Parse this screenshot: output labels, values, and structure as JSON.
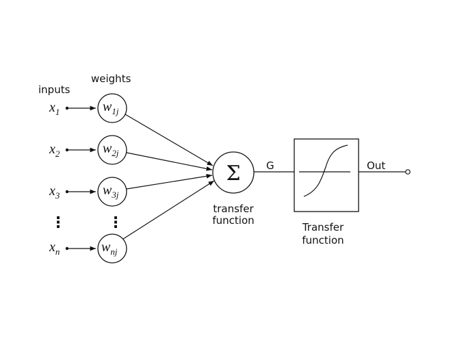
{
  "labels": {
    "inputs": "inputs",
    "weights": "weights",
    "sum_symbol": "Σ",
    "sum_caption_line1": "transfer",
    "sum_caption_line2": "function",
    "g_label": "G",
    "box_caption_line1": "Transfer",
    "box_caption_line2": "function",
    "out_label": "Out",
    "ellipsis": "⋮"
  },
  "inputs": [
    {
      "var": "x",
      "sub": "1",
      "weight_var": "w",
      "weight_sub": "1j"
    },
    {
      "var": "x",
      "sub": "2",
      "weight_var": "w",
      "weight_sub": "2j"
    },
    {
      "var": "x",
      "sub": "3",
      "weight_var": "w",
      "weight_sub": "3j"
    },
    {
      "var": "x",
      "sub": "n",
      "weight_var": "w",
      "weight_sub": "nj"
    }
  ]
}
